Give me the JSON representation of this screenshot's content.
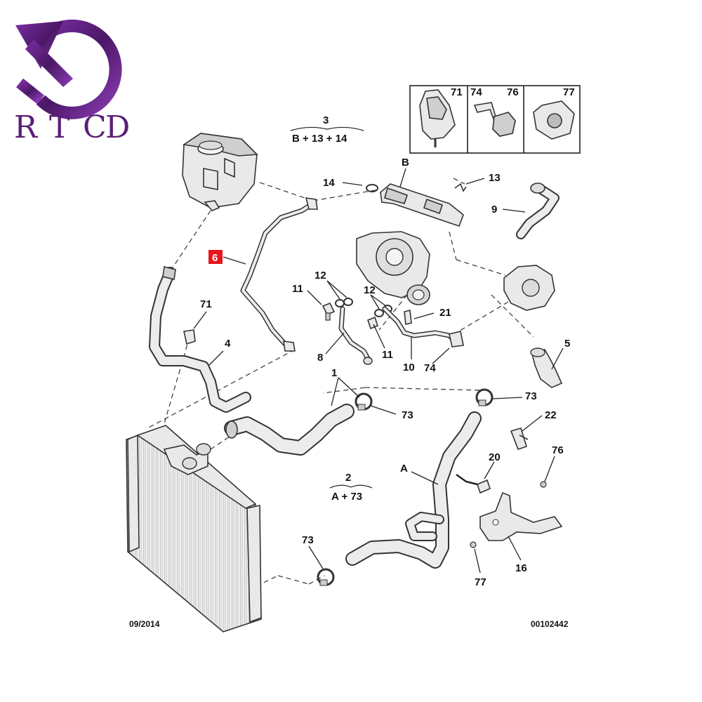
{
  "logo": {
    "text": "RTCD",
    "letters": [
      "R",
      "T",
      "C",
      "D"
    ],
    "color": "#5a1f78"
  },
  "highlight_color": "#e8161b",
  "inset": {
    "labels": [
      "71",
      "74",
      "76",
      "77"
    ]
  },
  "groups": {
    "g3": {
      "number": "3",
      "formula": "B + 13 + 14"
    },
    "g2": {
      "number": "2",
      "formula": "A + 73"
    }
  },
  "callouts": {
    "c14": "14",
    "cB": "B",
    "c13": "13",
    "c9": "9",
    "c6": "6",
    "c71": "71",
    "c4": "4",
    "c12a": "12",
    "c12b": "12",
    "c11a": "11",
    "c11b": "11",
    "c21": "21",
    "c8": "8",
    "c10": "10",
    "c74": "74",
    "c5": "5",
    "c1": "1",
    "c73a": "73",
    "c73b": "73",
    "c22": "22",
    "cA": "A",
    "c20": "20",
    "c76": "76",
    "c73c": "73",
    "c16": "16",
    "c77": "77"
  },
  "footer": {
    "date": "09/2014",
    "ref": "00102442"
  }
}
